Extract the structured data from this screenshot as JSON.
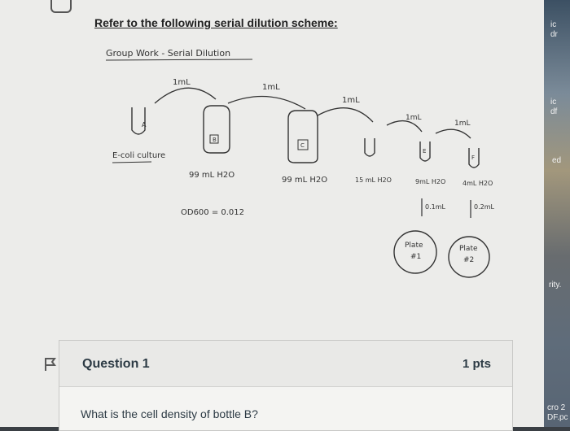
{
  "prompt": {
    "heading": "Refer to the following serial dilution scheme:"
  },
  "scheme": {
    "subtitle": "Group Work - Serial Dilution",
    "transfer_1": "1mL",
    "transfer_2": "1mL",
    "transfer_3": "1mL",
    "transfer_4": "1mL",
    "transfer_5": "1mL",
    "bottle_a": "A",
    "bottle_b": "B",
    "bottle_c": "C",
    "tube_e": "E",
    "tube_f": "F",
    "culture_label": "E-coli culture",
    "bottle_b_vol": "99 mL H2O",
    "bottle_c_vol": "99 mL H2O",
    "tube_d_vol": "15 mL H2O",
    "tube_e_vol": "9mL H2O",
    "tube_f_vol": "4mL H2O",
    "od_reading": "OD600 = 0.012",
    "plate_1_vol": "0.1mL",
    "plate_2_vol": "0.2mL",
    "plate_1_label": "Plate",
    "plate_1_num": "#1",
    "plate_2_label": "Plate",
    "plate_2_num": "#2"
  },
  "question": {
    "title": "Question 1",
    "points": "1 pts",
    "text": "What is the cell density of bottle B?"
  },
  "side_strip": {
    "t1": "ic",
    "t2": "dr",
    "t3": "ic",
    "t4": "df",
    "t5": "ed",
    "t6": "rity.",
    "t7": "cro 2",
    "t8": "DF.pc"
  }
}
